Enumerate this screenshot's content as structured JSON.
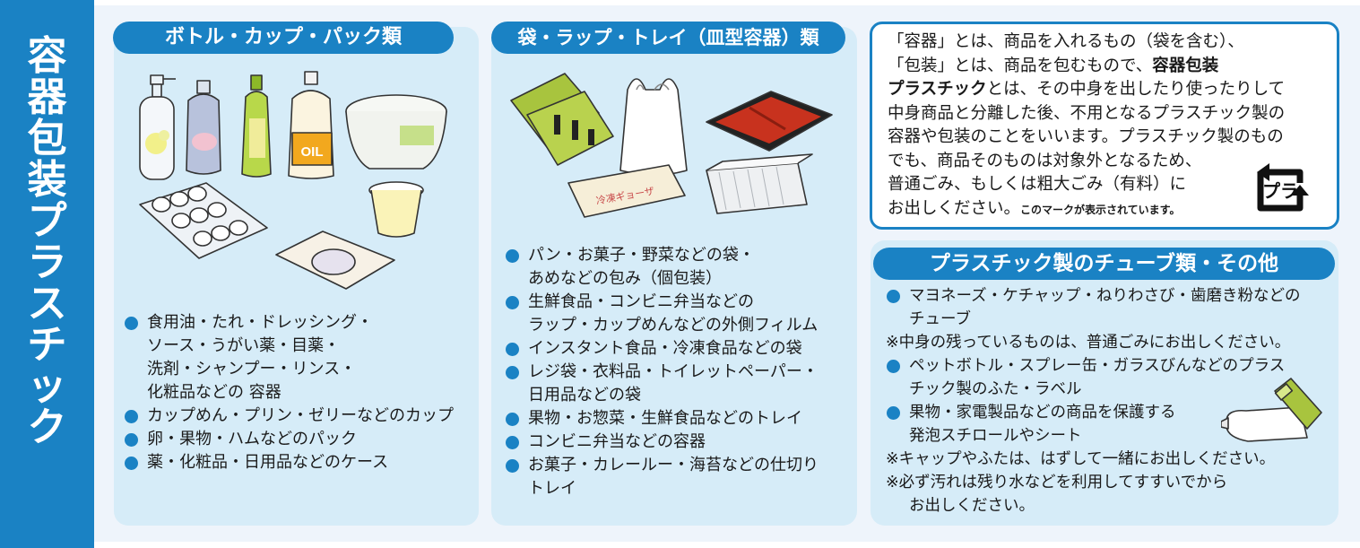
{
  "sidebar": {
    "title_chars": [
      "容",
      "器",
      "包",
      "装",
      "プ",
      "ラ",
      "ス",
      "チ",
      "ッ",
      "ク"
    ]
  },
  "col1": {
    "title": "ボトル・カップ・パック類",
    "oil_label": "OIL",
    "items": [
      {
        "lines": [
          "食用油・たれ・ドレッシング・",
          "ソース・うがい薬・目薬・",
          "洗剤・シャンプー・リンス・",
          "化粧品などの 容器"
        ]
      },
      {
        "lines": [
          "カップめん・プリン・ゼリーなどのカップ"
        ]
      },
      {
        "lines": [
          "卵・果物・ハムなどのパック"
        ]
      },
      {
        "lines": [
          "薬・化粧品・日用品などのケース"
        ]
      }
    ]
  },
  "col2": {
    "title": "袋・ラップ・トレイ（皿型容器）類",
    "gyoza_label": "冷凍ギョーザ",
    "items": [
      {
        "lines": [
          "パン・お菓子・野菜などの袋・",
          "あめなどの包み（個包装）"
        ]
      },
      {
        "lines": [
          "生鮮食品・コンビニ弁当などの",
          "ラップ・カップめんなどの外側フィルム"
        ]
      },
      {
        "lines": [
          "インスタント食品・冷凍食品などの袋"
        ]
      },
      {
        "lines": [
          "レジ袋・衣料品・トイレットペーパー・",
          "日用品などの袋"
        ]
      },
      {
        "lines": [
          "果物・お惣菜・生鮮食品などのトレイ"
        ]
      },
      {
        "lines": [
          "コンビニ弁当などの容器"
        ]
      },
      {
        "lines": [
          "お菓子・カレールー・海苔などの仕切り",
          "トレイ"
        ]
      }
    ]
  },
  "definition": {
    "line1": "「容器」とは、商品を入れるもの（袋を含む）、",
    "line2_pre": "「包装」とは、商品を包むもので、",
    "line2_bold": "容器包装",
    "line3_bold": "プラスチック",
    "line3_rest": "とは、その中身を出したり使ったりして",
    "line4": "中身商品と分離した後、不用となるプラスチック製の",
    "line5": "容器や包装のことをいいます。プラスチック製のもの",
    "line6": "でも、商品そのものは対象外となるため、",
    "line7": "普通ごみ、もしくは粗大ごみ（有料）に",
    "line8": "お出しください。",
    "mark_note": "このマークが表示されています。",
    "mark_text": "プラ"
  },
  "col4": {
    "title": "プラスチック製のチューブ類・その他",
    "rows": [
      {
        "type": "dot",
        "text": "マヨネーズ・ケチャップ・ねりわさび・歯磨き粉などの"
      },
      {
        "type": "cont",
        "text": "チューブ"
      },
      {
        "type": "note",
        "text": "※中身の残っているものは、普通ごみにお出しください。"
      },
      {
        "type": "dot",
        "text": "ペットボトル・スプレー缶・ガラスびんなどのプラス"
      },
      {
        "type": "cont",
        "text": "チック製のふた・ラベル"
      },
      {
        "type": "dot",
        "text": "果物・家電製品などの商品を保護する"
      },
      {
        "type": "cont",
        "text": "発泡スチロールやシート"
      },
      {
        "type": "note",
        "text": "※キャップやふたは、はずして一緒にお出しください。"
      },
      {
        "type": "note",
        "text": "※必ず汚れは残り水などを利用してすすいでから"
      },
      {
        "type": "cont",
        "text": "お出しください。"
      }
    ]
  },
  "colors": {
    "brand_blue": "#1a82c4",
    "card_bg": "#d6ecf8",
    "page_bg": "#eef4fb",
    "tray_red": "#c8321e"
  }
}
